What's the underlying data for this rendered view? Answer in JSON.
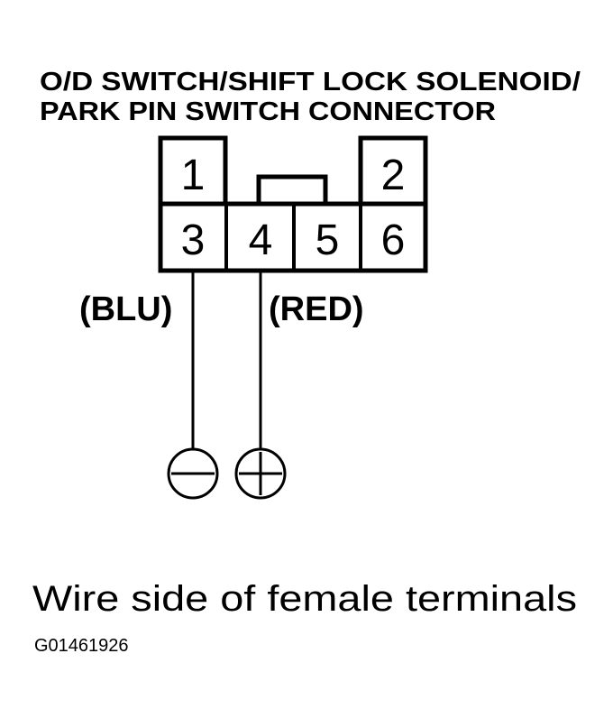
{
  "title": {
    "line1": "O/D SWITCH/SHIFT LOCK SOLENOID/",
    "line2": "PARK PIN SWITCH CONNECTOR"
  },
  "connector": {
    "pins": [
      "1",
      "2",
      "3",
      "4",
      "5",
      "6"
    ]
  },
  "wires": {
    "left_label": "(BLU)",
    "right_label": "(RED)"
  },
  "caption": "Wire side of female terminals",
  "figure_id": "G01461926"
}
